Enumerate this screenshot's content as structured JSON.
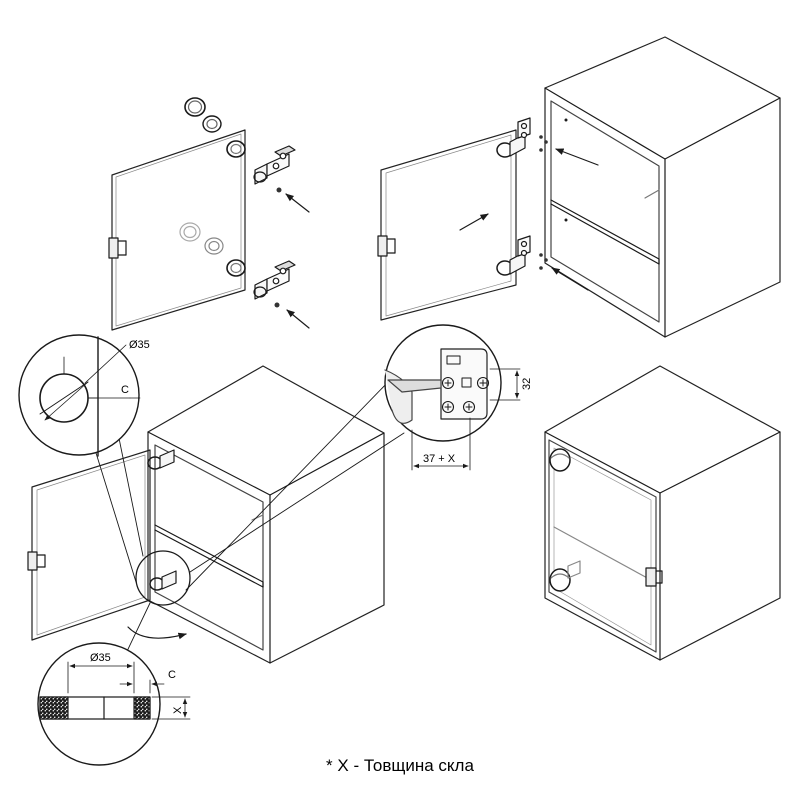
{
  "labels": {
    "dia_top": "Ø35",
    "c_top": "C",
    "dim_32": "32",
    "dim_37x": "37 + X",
    "dia_bottom": "Ø35",
    "c_bottom": "C",
    "x_bottom": "X"
  },
  "footnote": "* X - Товщина скла"
}
